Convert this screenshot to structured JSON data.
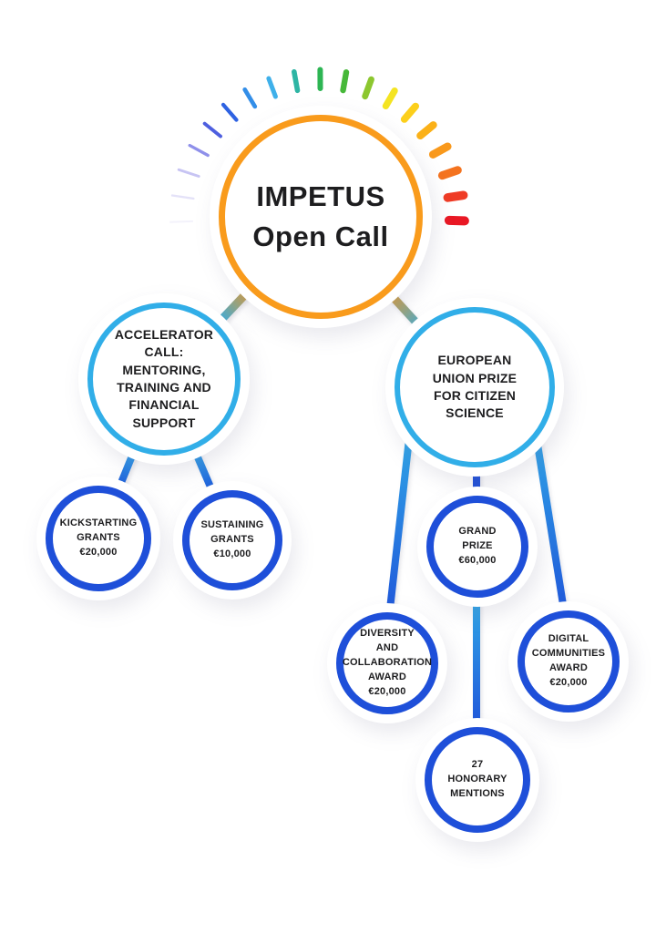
{
  "page": {
    "background": "#ffffff",
    "description": "IMPETUS Open Call funding structure diagram"
  },
  "colors": {
    "orange": "#f99b1c",
    "cyan": "#31aee8",
    "blue": "#1e4fd9",
    "text": "#1d1d1f"
  },
  "gauge": {
    "tick_colors": [
      "#d9d5f4",
      "#beb8f0",
      "#9a94ea",
      "#6a6ce4",
      "#3b4edc",
      "#2e62e2",
      "#338ee8",
      "#3fb0ea",
      "#2eb5a4",
      "#2db553",
      "#46b839",
      "#8cc72f",
      "#f4e422",
      "#fccf1b",
      "#fbb118",
      "#f9991c",
      "#f4731f",
      "#ef3b25",
      "#e91824"
    ],
    "tick_opacities": [
      0.3,
      0.4,
      0.55,
      0.75,
      0.9,
      1,
      1,
      1,
      1,
      1,
      1,
      1,
      1,
      1,
      1,
      1,
      1,
      1,
      1
    ]
  },
  "nodes": {
    "root": {
      "lines": [
        "IMPETUS",
        "Open Call"
      ]
    },
    "accelerator": {
      "lines": [
        "ACCELERATOR",
        "CALL:",
        "MENTORING,",
        "TRAINING AND",
        "FINANCIAL",
        "SUPPORT"
      ]
    },
    "eu_prize": {
      "lines": [
        "EUROPEAN",
        "UNION PRIZE",
        "FOR CITIZEN",
        "SCIENCE"
      ]
    },
    "kickstarting": {
      "lines": [
        "KICKSTARTING",
        "GRANTS",
        "€20,000"
      ]
    },
    "sustaining": {
      "lines": [
        "SUSTAINING",
        "GRANTS",
        "€10,000"
      ]
    },
    "grand_prize": {
      "lines": [
        "GRAND",
        "PRIZE",
        "€60,000"
      ]
    },
    "diversity": {
      "lines": [
        "DIVERSITY",
        "AND",
        "COLLABORATION",
        "AWARD",
        "€20,000"
      ]
    },
    "digital": {
      "lines": [
        "DIGITAL",
        "COMMUNITIES",
        "AWARD",
        "€20,000"
      ]
    },
    "honorary": {
      "lines": [
        "27",
        "HONORARY",
        "MENTIONS"
      ]
    }
  }
}
